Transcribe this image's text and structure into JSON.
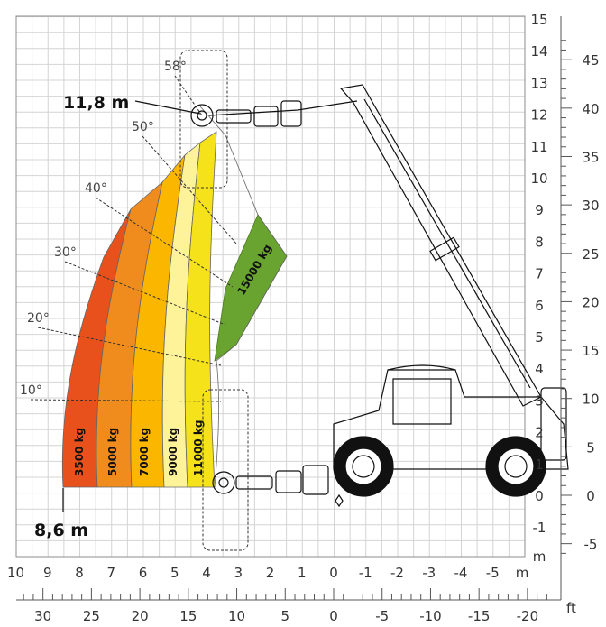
{
  "chart_data": {
    "type": "load_chart",
    "x_axis_m": {
      "ticks": [
        10,
        9,
        8,
        7,
        6,
        5,
        4,
        3,
        2,
        1,
        0,
        -1,
        -2,
        -3,
        -4,
        -5
      ],
      "tick_labels": [
        "10",
        "9",
        "8",
        "7",
        "6",
        "5",
        "4",
        "3",
        "2",
        "1",
        "0",
        "-1",
        "-2",
        "-3",
        "-4",
        "-5"
      ],
      "unit": "m"
    },
    "x_axis_ft": {
      "ticks": [
        30,
        25,
        20,
        15,
        10,
        5,
        0,
        -5,
        -10,
        -15,
        -20
      ],
      "tick_labels": [
        "30",
        "25",
        "20",
        "15",
        "10",
        "5",
        "0",
        "-5",
        "-10",
        "-15",
        "-20"
      ],
      "unit": "ft"
    },
    "y_axis_m": {
      "ticks": [
        15,
        14,
        13,
        12,
        11,
        10,
        9,
        8,
        7,
        6,
        5,
        4,
        3,
        2,
        1,
        0,
        -1
      ],
      "tick_labels": [
        "15",
        "14",
        "13",
        "12",
        "11",
        "10",
        "9",
        "8",
        "7",
        "6",
        "5",
        "4",
        "3",
        "2",
        "1",
        "0",
        "-1"
      ],
      "unit": "m"
    },
    "y_axis_ft": {
      "ticks": [
        45,
        40,
        35,
        30,
        25,
        20,
        15,
        10,
        5,
        0,
        -5
      ],
      "tick_labels": [
        "45",
        "40",
        "35",
        "30",
        "25",
        "20",
        "15",
        "10",
        "5",
        "0",
        "-5"
      ]
    },
    "x_range_m": [
      10,
      -6
    ],
    "y_range_m": [
      -2,
      15.5
    ],
    "grid": true,
    "boom_angles": [
      {
        "label": "10°",
        "deg": 10
      },
      {
        "label": "20°",
        "deg": 20
      },
      {
        "label": "30°",
        "deg": 30
      },
      {
        "label": "40°",
        "deg": 40
      },
      {
        "label": "50°",
        "deg": 50
      },
      {
        "label": "58°",
        "deg": 58
      }
    ],
    "load_zones": [
      {
        "label": "3500 kg",
        "color": "#e8511c"
      },
      {
        "label": "5000 kg",
        "color": "#f08c1e"
      },
      {
        "label": "7000 kg",
        "color": "#fbb600"
      },
      {
        "label": "9000 kg",
        "color": "#fff39a"
      },
      {
        "label": "11000 kg",
        "color": "#f5e21a"
      },
      {
        "label": "15000 kg",
        "color": "#6aa430"
      }
    ],
    "max_height_label": "11,8 m",
    "max_reach_label": "8,6 m"
  }
}
